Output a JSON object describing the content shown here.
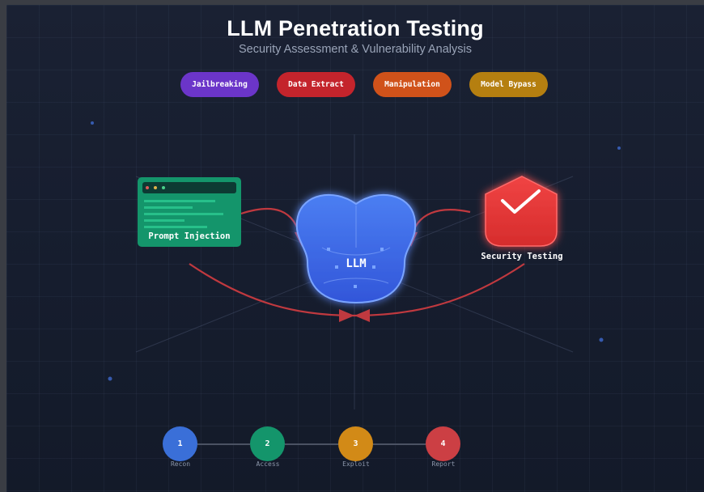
{
  "header": {
    "title": "LLM Penetration Testing",
    "subtitle": "Security Assessment & Vulnerability Analysis"
  },
  "tags": [
    {
      "label": "Jailbreaking",
      "color": "#6b35c9"
    },
    {
      "label": "Data Extract",
      "color": "#c4242c"
    },
    {
      "label": "Manipulation",
      "color": "#d0521a"
    },
    {
      "label": "Model Bypass",
      "color": "#b57f10"
    }
  ],
  "diagram": {
    "terminal": {
      "label": "Prompt Injection",
      "icon": "terminal-icon",
      "color": "#14956b"
    },
    "core": {
      "label": "LLM",
      "icon": "brain-icon",
      "color": "#3b6ff0"
    },
    "shield": {
      "label": "Security Testing",
      "icon": "shield-check-icon",
      "color": "#e5312f"
    },
    "arrow_color": "#c0393f"
  },
  "steps": [
    {
      "number": "1",
      "label": "Recon",
      "color": "#3a6fd8"
    },
    {
      "number": "2",
      "label": "Access",
      "color": "#14956b"
    },
    {
      "number": "3",
      "label": "Exploit",
      "color": "#d28a17"
    },
    {
      "number": "4",
      "label": "Report",
      "color": "#cc3f44"
    }
  ]
}
